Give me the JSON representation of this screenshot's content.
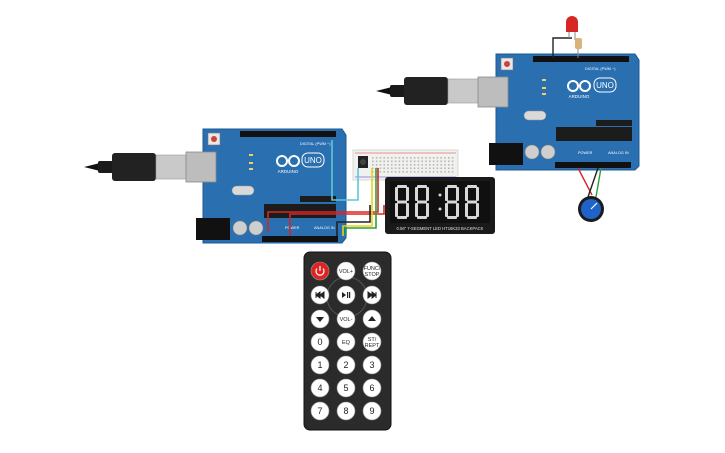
{
  "colors": {
    "board": "#2a6fb0",
    "board_dark": "#1d5a94",
    "display_bg": "#1a1a1a",
    "segment_on": "#d8d8d8",
    "segment_off": "#3a3a3a",
    "remote_body": "#2b2b2b",
    "power_button": "#e02424",
    "wire_red": "#d62626",
    "wire_yellow": "#e8d21a",
    "wire_green": "#2e9e3a",
    "wire_cyan": "#5cc8d8",
    "wire_black": "#222222",
    "pot": "#1f63c8"
  },
  "board_left": {
    "logo_text": "ARDUINO",
    "model": "UNO",
    "digital_label": "DIGITAL (PWM ~)",
    "power_label": "POWER",
    "analog_label": "ANALOG IN"
  },
  "board_right": {
    "logo_text": "ARDUINO",
    "model": "UNO",
    "digital_label": "DIGITAL (PWM ~)",
    "power_label": "POWER",
    "analog_label": "ANALOG IN"
  },
  "display": {
    "digits": [
      "8",
      "8",
      "8",
      "8"
    ],
    "caption": "0.56\" 7-SEGMENT LED HT16K33 BACKPACK"
  },
  "remote": {
    "buttons": [
      {
        "id": "power",
        "label": "",
        "icon": "power-icon"
      },
      {
        "id": "vol-up",
        "label": "VOL+"
      },
      {
        "id": "func-stop",
        "label": "FUNC/ STOP"
      },
      {
        "id": "prev",
        "label": "",
        "icon": "skip-back-icon"
      },
      {
        "id": "play-pause",
        "label": "",
        "icon": "play-pause-icon"
      },
      {
        "id": "next",
        "label": "",
        "icon": "skip-forward-icon"
      },
      {
        "id": "down",
        "label": "",
        "icon": "triangle-down-icon"
      },
      {
        "id": "vol-down",
        "label": "VOL-"
      },
      {
        "id": "up",
        "label": "",
        "icon": "triangle-up-icon"
      },
      {
        "id": "n0",
        "label": "0"
      },
      {
        "id": "eq",
        "label": "EQ"
      },
      {
        "id": "st-rept",
        "label": "ST/ REPT"
      },
      {
        "id": "n1",
        "label": "1"
      },
      {
        "id": "n2",
        "label": "2"
      },
      {
        "id": "n3",
        "label": "3"
      },
      {
        "id": "n4",
        "label": "4"
      },
      {
        "id": "n5",
        "label": "5"
      },
      {
        "id": "n6",
        "label": "6"
      },
      {
        "id": "n7",
        "label": "7"
      },
      {
        "id": "n8",
        "label": "8"
      },
      {
        "id": "n9",
        "label": "9"
      }
    ]
  }
}
